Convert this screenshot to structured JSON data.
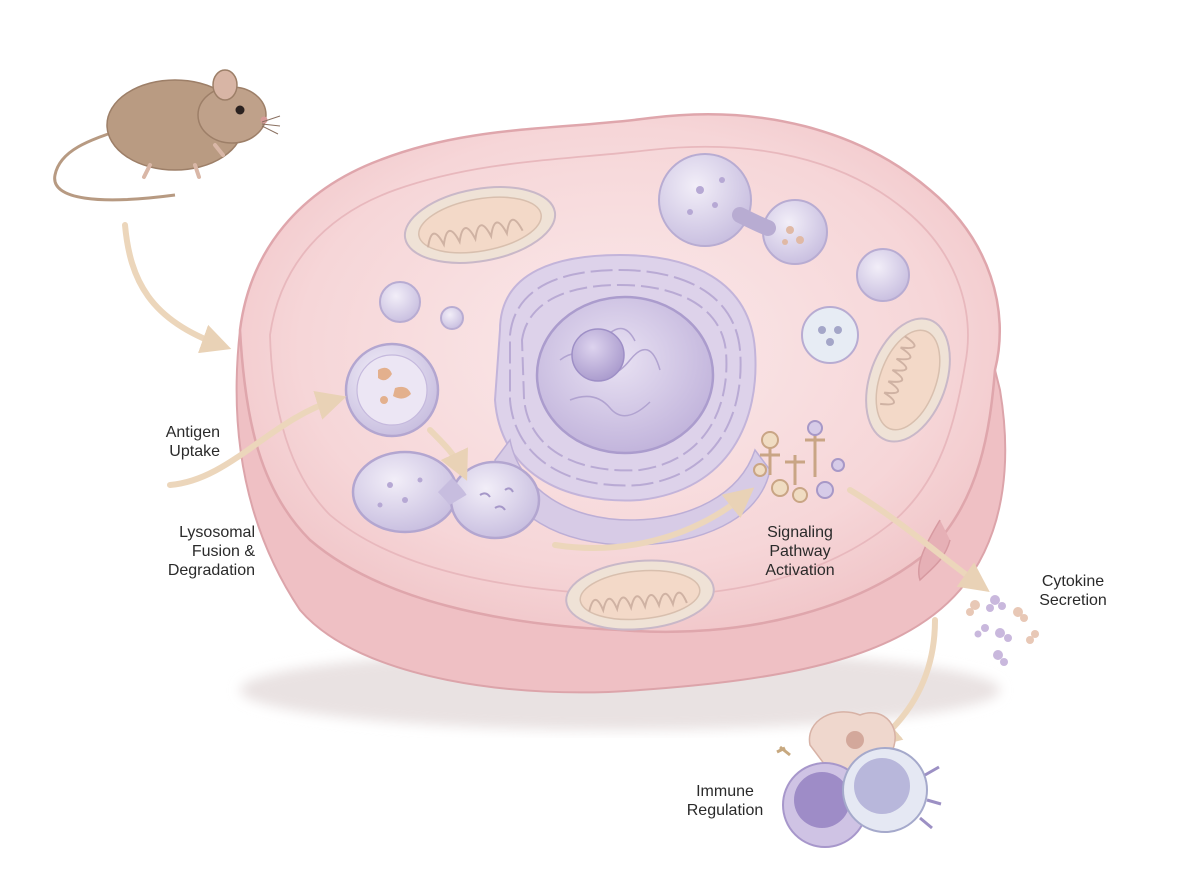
{
  "labels": {
    "antigen_uptake": [
      "Antigen",
      "Uptake"
    ],
    "lysosomal": [
      "Lysosomal",
      "Fusion &",
      "Degradation"
    ],
    "signaling": [
      "Signaling",
      "Pathway",
      "Activation"
    ],
    "cytokine": [
      "Cytokine",
      "Secretion"
    ],
    "immune": [
      "Immune",
      "Regulation"
    ]
  },
  "colors": {
    "cell_membrane": "#f0c3c6",
    "cytoplasm": "#f7d9db",
    "organelle_lavender": "#d9d0ea",
    "nucleus": "#c8bbe0",
    "mitochondria_shell": "#efe3d8",
    "arrow": "#ecd9c2",
    "mouse": "#b79a82",
    "text": "#2a2a2a"
  },
  "icons": [
    "mouse-icon",
    "cytokine-molecule-icon",
    "immune-cell-icon",
    "receptor-icon"
  ]
}
